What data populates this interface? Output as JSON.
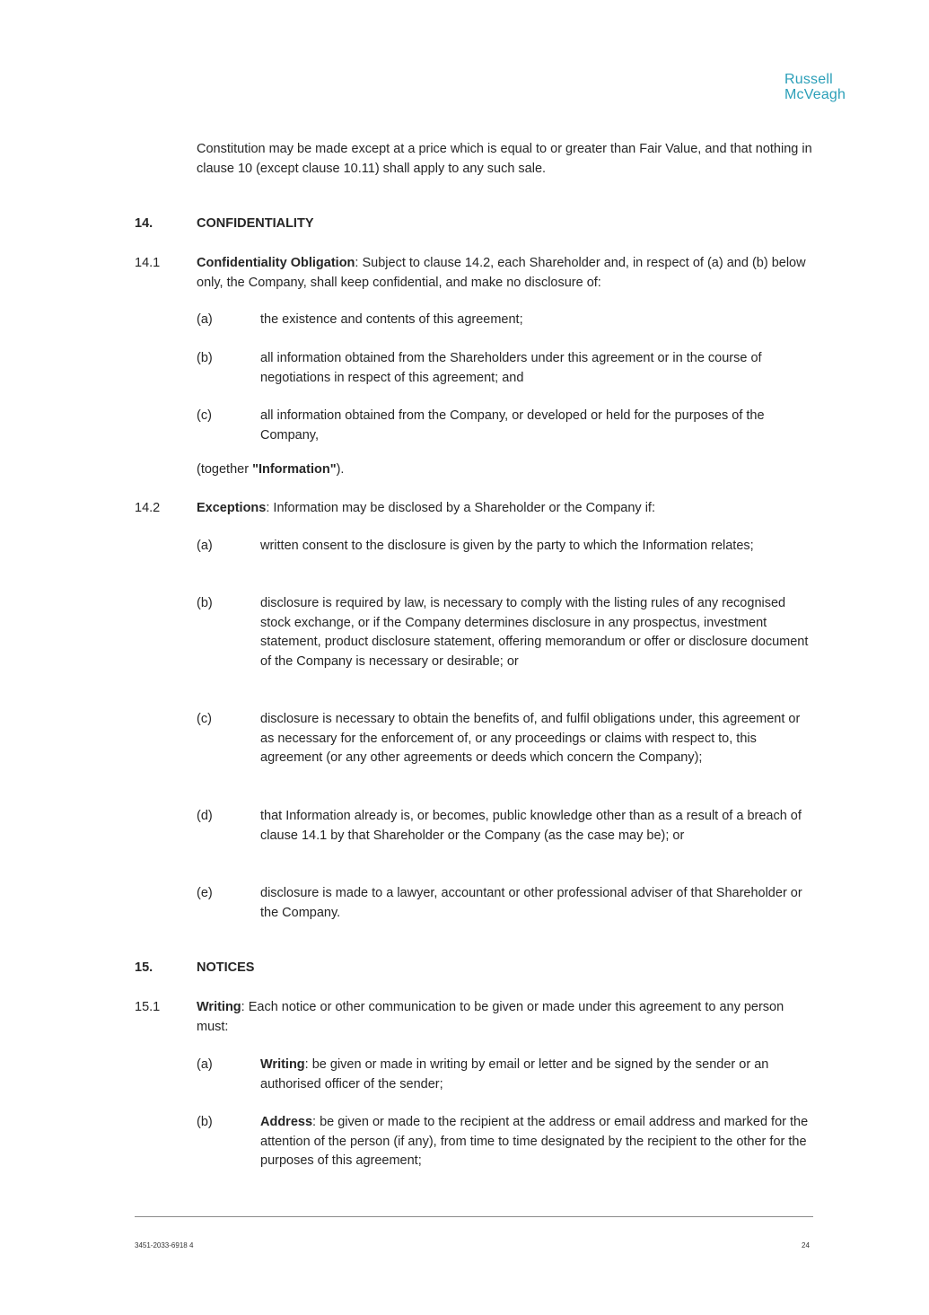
{
  "logo": {
    "line1": "Russell",
    "line2": "McVeagh"
  },
  "intro": "Constitution may be made except at a price which is equal to or greater than Fair Value, and that nothing in clause 10 (except clause 10.11) shall apply to any such sale.",
  "s14": {
    "num": "14.",
    "title": "CONFIDENTIALITY",
    "c1": {
      "num": "14.1",
      "label": "Confidentiality Obligation",
      "text": ":  Subject to clause 14.2, each Shareholder and, in respect of (a) and (b) below only, the Company, shall keep confidential, and make no disclosure of:",
      "items": [
        {
          "label": "(a)",
          "text": "the existence and contents of this agreement;"
        },
        {
          "label": "(b)",
          "text": "all information obtained from the Shareholders under this agreement or in the course of negotiations in respect of this agreement; and"
        },
        {
          "label": "(c)",
          "text": "all information obtained from the Company, or developed or held for the purposes of the Company,"
        }
      ],
      "together_pre": "(together ",
      "together_term": "\"Information\"",
      "together_post": ")."
    },
    "c2": {
      "num": "14.2",
      "label": "Exceptions",
      "text": ":  Information may be disclosed by a Shareholder or the Company if:",
      "items": [
        {
          "label": "(a)",
          "text": "written consent to the disclosure is given by the party to which the Information relates;"
        },
        {
          "label": "(b)",
          "text": "disclosure is required by law, is necessary to comply with the listing rules of any recognised stock exchange, or if the Company determines disclosure in any prospectus, investment statement, product disclosure statement, offering memorandum or offer or disclosure document of the Company is necessary or desirable; or"
        },
        {
          "label": "(c)",
          "text": "disclosure is necessary to obtain the benefits of, and fulfil obligations under, this agreement or as necessary for the enforcement of, or any proceedings or claims with respect to, this agreement (or any other agreements or deeds which concern the Company);"
        },
        {
          "label": "(d)",
          "text": "that Information already is, or becomes, public knowledge other than as a result of a breach of clause 14.1 by that Shareholder or the Company (as the case may be); or"
        },
        {
          "label": "(e)",
          "text": "disclosure is made to a lawyer, accountant or other professional adviser of that Shareholder or the Company."
        }
      ]
    }
  },
  "s15": {
    "num": "15.",
    "title": "NOTICES",
    "c1": {
      "num": "15.1",
      "label": "Writing",
      "text": ":  Each notice or other communication to be given or made under this agreement to any person must:",
      "items": [
        {
          "label": "(a)",
          "term": "Writing",
          "text": ": be given or made in writing by email or letter and be signed by the sender or an authorised officer of the sender;"
        },
        {
          "label": "(b)",
          "term": "Address",
          "text": ": be given or made to the recipient at the address or email address and marked for the attention of the person (if any), from time to time designated by the recipient to the other for the purposes of this agreement;"
        }
      ]
    }
  },
  "footer": {
    "ref": "3451-2033-6918 4",
    "page": "24"
  }
}
